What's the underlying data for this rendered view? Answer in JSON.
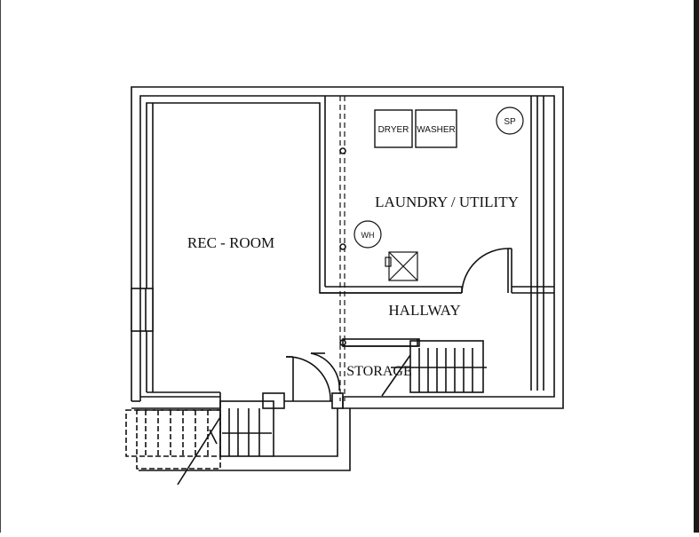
{
  "rooms": {
    "rec_room": "REC - ROOM",
    "laundry": "LAUNDRY / UTILITY",
    "hallway": "HALLWAY",
    "storage": "STORAGE"
  },
  "appliances": {
    "dryer": "DRYER",
    "washer": "WASHER",
    "water_heater": "WH",
    "sump_pump": "SP"
  }
}
